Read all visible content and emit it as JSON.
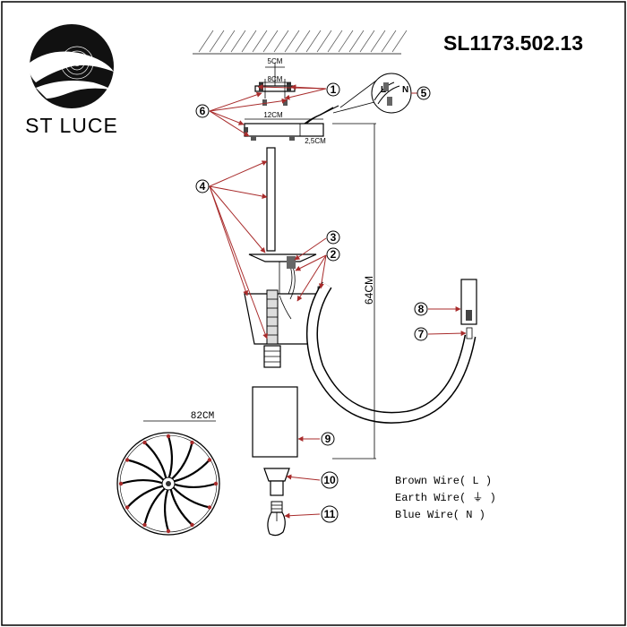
{
  "brand": {
    "name": "ST LUCE"
  },
  "model_number": "SL1173.502.13",
  "dimensions": {
    "bracket_holes": "5CM",
    "bracket_length": "8CM",
    "canopy_diameter": "12CM",
    "canopy_height": "2,5CM",
    "total_height": "64CM",
    "frame_diameter": "82CM"
  },
  "wire_legend": [
    "Brown Wire( L )",
    "Earth Wire( ⏚ )",
    "Blue Wire( N )"
  ],
  "wire_letters": {
    "live": "L",
    "neutral": "N"
  },
  "callouts": [
    "1",
    "2",
    "3",
    "4",
    "5",
    "6",
    "7",
    "8",
    "9",
    "10",
    "11"
  ],
  "colors": {
    "leader": "#a82b2b",
    "line": "#000000"
  }
}
